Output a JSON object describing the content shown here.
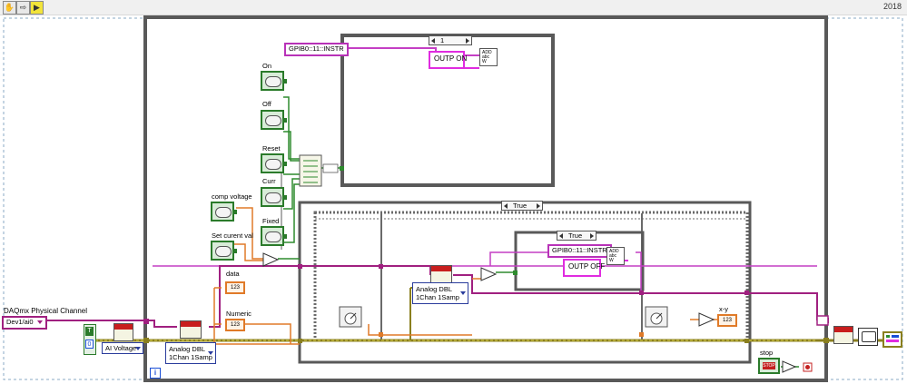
{
  "toolbar": {
    "run_arrow_icon": "run-arrow-icon",
    "version": "2018"
  },
  "diagram": {
    "visa_top": "GPIB0::11::INSTR",
    "case_top_selector": "1",
    "outp_on": "OUTP ON",
    "controls": {
      "on": "On",
      "off": "Off",
      "reset": "Reset",
      "curr": "Curr",
      "fixed": "Fixed",
      "comp_voltage": "comp voltage",
      "set_current_val": "Set curent val"
    },
    "data_label": "data",
    "numeric_label": "Numeric",
    "daqmx_channel_label": "DAQmx Physical Channel",
    "daqmx_channel_value": "Dev1/ai0",
    "ai_voltage": "AI Voltage",
    "analog_read_left": [
      "Analog DBL",
      "1Chan 1Samp"
    ],
    "analog_read_inner": [
      "Analog DBL",
      "1Chan 1Samp"
    ],
    "case_true_outer": "True",
    "case_true_inner": "True",
    "visa_inner": "GPIB0::11::INSTR",
    "outp_off": "OUTP OFF",
    "xy_label": "x-y",
    "stop_label": "stop",
    "stop_face": "STOP",
    "bool_const_t": "T",
    "bool_const_0": "0",
    "num_ind_text": "123",
    "iteration": "i"
  }
}
